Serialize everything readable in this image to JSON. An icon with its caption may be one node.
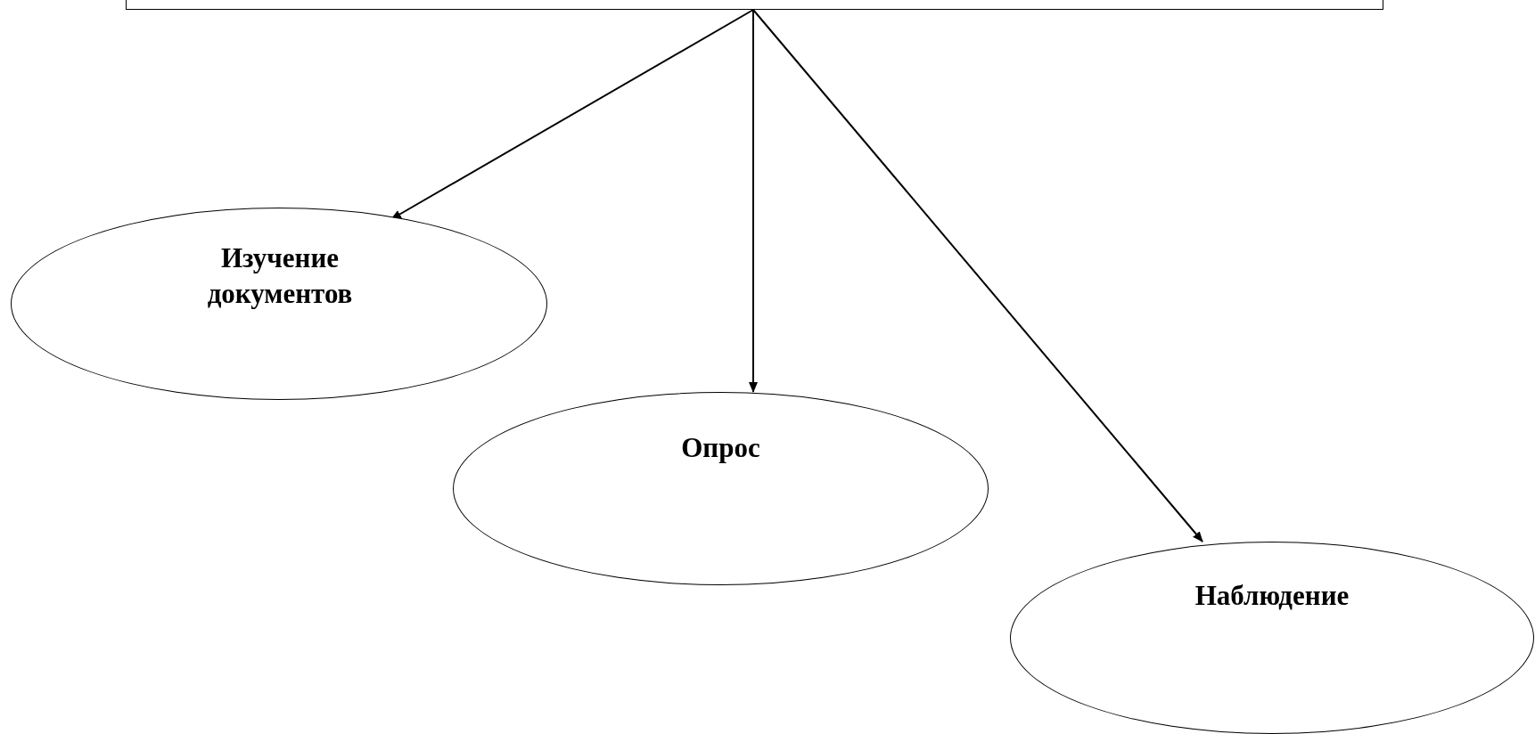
{
  "diagram": {
    "nodes": [
      {
        "text": [],
        "shape": "box"
      },
      {
        "text": [
          "Изучение документов"
        ]
      },
      {
        "text": [
          "Опрос"
        ]
      },
      {
        "text": [
          "Наблюдение"
        ]
      }
    ],
    "edges": [
      {
        "from": 0,
        "to": 1,
        "arrow": "to"
      },
      {
        "from": 0,
        "to": 2,
        "arrow": "to"
      },
      {
        "from": 0,
        "to": 3,
        "arrow": "to"
      }
    ]
  }
}
